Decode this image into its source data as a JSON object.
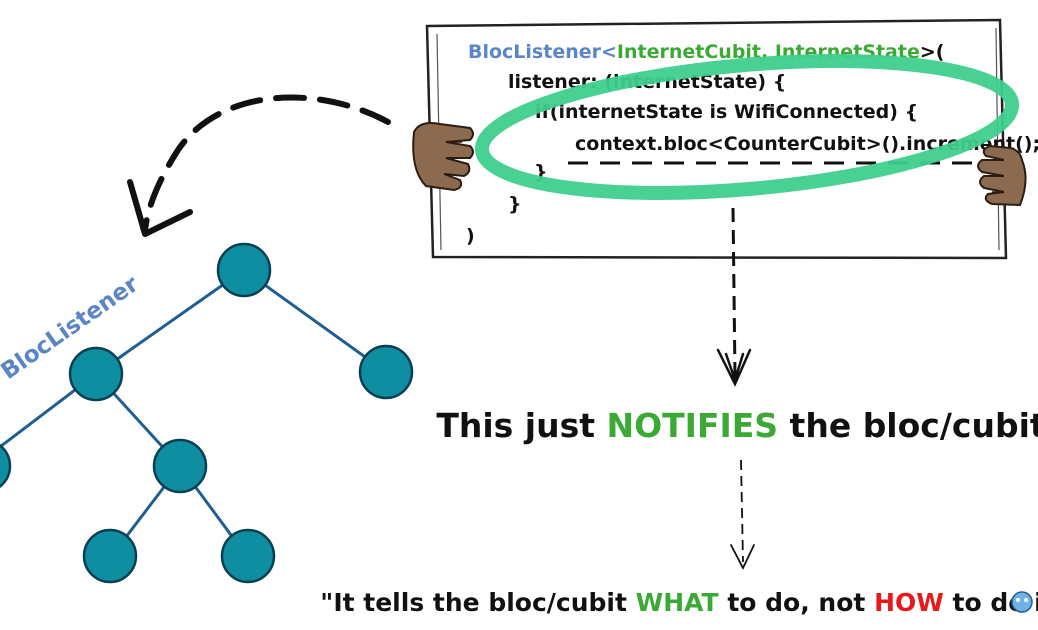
{
  "code_card": {
    "line1_prefix": "BlocListener<",
    "line1_types": "InternetCubit, InternetState",
    "line1_suffix": ">(",
    "line2": "listener: (internetState) {",
    "line3": "if(internetState is WifiConnected) {",
    "line4": "context.bloc<CounterCubit>().increment();",
    "line5": "}",
    "line6": "}",
    "line7": ")"
  },
  "tree": {
    "label": "BlocListener"
  },
  "captions": {
    "notify_pre": "This just ",
    "notify_highlight": "NOTIFIES",
    "notify_post": " the bloc/cubit",
    "quote_part1": "\"It tells the bloc/cubit ",
    "quote_what": "WHAT",
    "quote_part2": " to do, not ",
    "quote_how": "HOW",
    "quote_part3": " to do it\""
  },
  "colors": {
    "blue_text": "#5b86c5",
    "green_text": "#3aaa35",
    "red_text": "#e8191b",
    "green_ellipse": "#3fcf8e",
    "node_fill": "#0e8ea0",
    "edge": "#1f5e93",
    "hand": "#8b6a4f"
  }
}
